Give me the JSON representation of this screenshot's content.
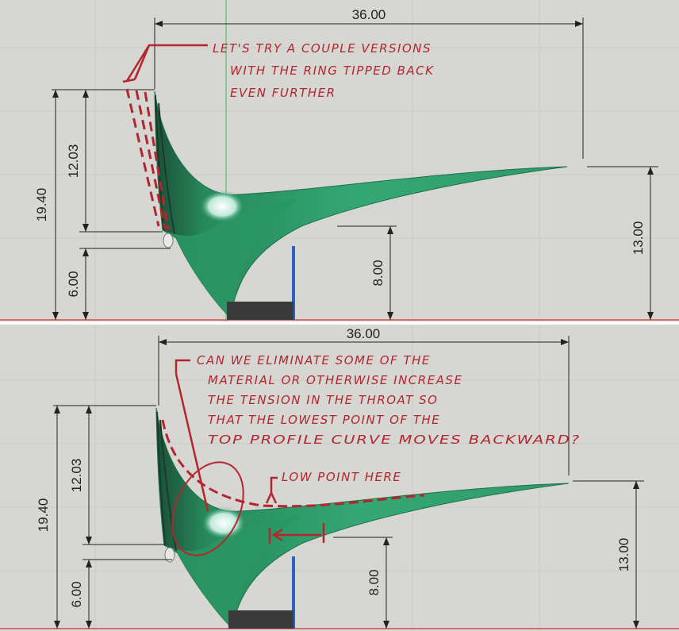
{
  "panels": [
    {
      "dims": {
        "width": "36.00",
        "total_height": "19.40",
        "upper_height": "12.03",
        "lower_height": "6.00",
        "mid_height": "8.00",
        "right_height": "13.00"
      },
      "notes": {
        "line1": "LET'S TRY A COUPLE VERSIONS",
        "line2": "WITH THE RING TIPPED BACK",
        "line3": "EVEN FURTHER"
      }
    },
    {
      "dims": {
        "width": "36.00",
        "total_height": "19.40",
        "upper_height": "12.03",
        "lower_height": "6.00",
        "mid_height": "8.00",
        "right_height": "13.00"
      },
      "notes": {
        "line1": "CAN WE ELIMINATE SOME OF THE",
        "line2": "MATERIAL OR OTHERWISE INCREASE",
        "line3": "THE TENSION IN THE THROAT SO",
        "line4": "THAT THE LOWEST POINT OF THE",
        "line5": "TOP PROFILE CURVE MOVES BACKWARD?",
        "low_point": "LOW POINT HERE"
      }
    }
  ],
  "colors": {
    "background": "#d6d6d3",
    "membrane": "#2e9e6a",
    "membrane_dark": "#1f6e4a",
    "annotation": "#b3262e",
    "post": "#2a62c9",
    "dimension": "#222222"
  }
}
